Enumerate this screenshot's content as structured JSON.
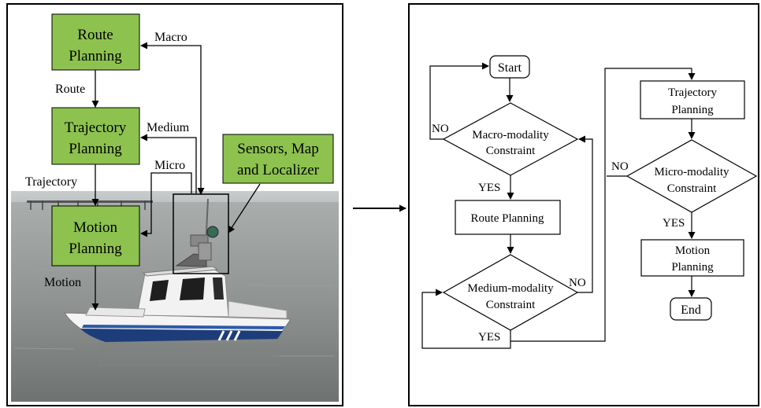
{
  "left_panel": {
    "boxes": {
      "route_line1": "Route",
      "route_line2": "Planning",
      "trajectory_line1": "Trajectory",
      "trajectory_line2": "Planning",
      "motion_line1": "Motion",
      "motion_line2": "Planning",
      "sensors_line1": "Sensors, Map",
      "sensors_line2": "and Localizer"
    },
    "arrow_labels": {
      "route": "Route",
      "trajectory": "Trajectory",
      "motion": "Motion",
      "macro": "Macro",
      "medium": "Medium",
      "micro": "Micro"
    },
    "colors": {
      "box_fill": "#8dc24f",
      "box_border": "#000000"
    }
  },
  "right_panel": {
    "start": "Start",
    "macro_line1": "Macro-modality",
    "macro_line2": "Constraint",
    "route_planning": "Route Planning",
    "medium_line1": "Medium-modality",
    "medium_line2": "Constraint",
    "trajectory_line1": "Trajectory",
    "trajectory_line2": "Planning",
    "micro_line1": "Micro-modality",
    "micro_line2": "Constraint",
    "motion_line1": "Motion",
    "motion_line2": "Planning",
    "end": "End",
    "yes": "YES",
    "no": "NO"
  }
}
